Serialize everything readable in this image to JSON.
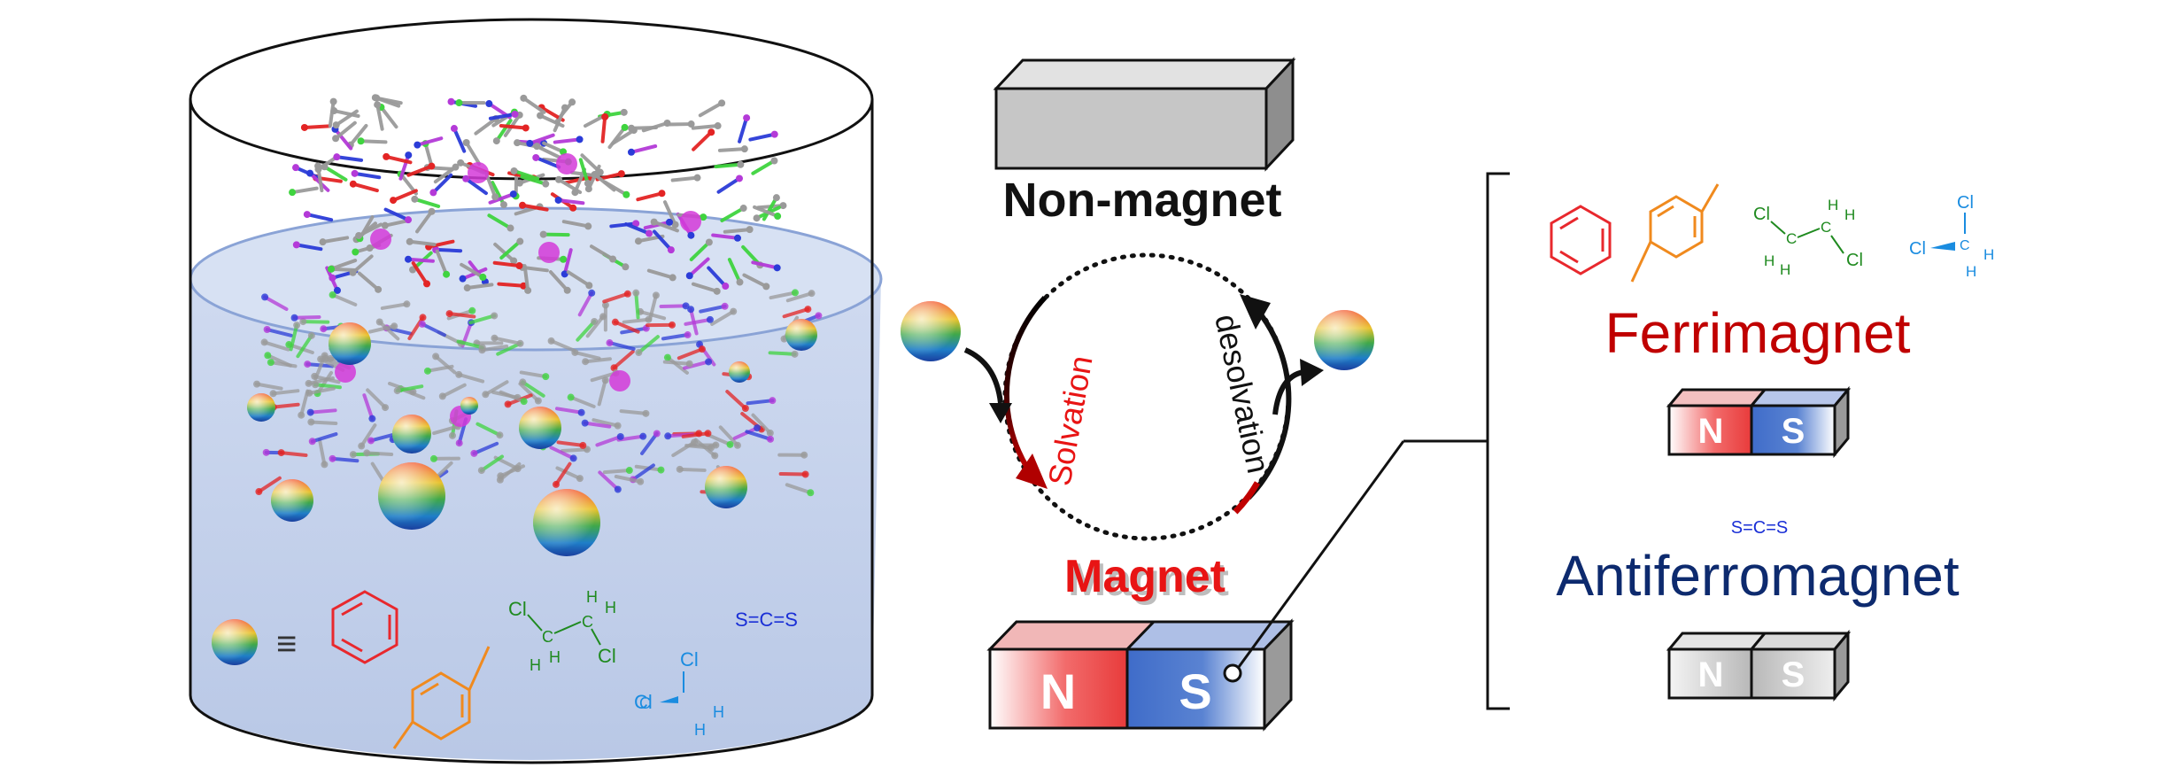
{
  "labels": {
    "non_magnet": "Non-magnet",
    "magnet": "Magnet",
    "solvation": "Solvation",
    "desolvation": "desolvation",
    "ferrimagnet": "Ferrimagnet",
    "antiferromagnet": "Antiferromagnet",
    "equiv": "≡"
  },
  "poles": {
    "north": "N",
    "south": "S"
  },
  "molecules": {
    "chloro": "Cl",
    "carbon": "C",
    "hydrogen": "H",
    "cs2": "S=C=S"
  },
  "colors": {
    "liquid": "#c3d2ea",
    "north": "#ee3b3b",
    "south": "#3f6cc9",
    "grey_block": "#c6c6c6",
    "ferri_text": "#c00000",
    "antiferro_text": "#0d2a6e",
    "magnet_text": "#e81414",
    "benzene": "#e8282d",
    "toluene": "#f08a1e",
    "dichloroethane": "#1f8a1f",
    "dichloromethane": "#1a8ce0",
    "cs2": "#1a2fd6"
  }
}
